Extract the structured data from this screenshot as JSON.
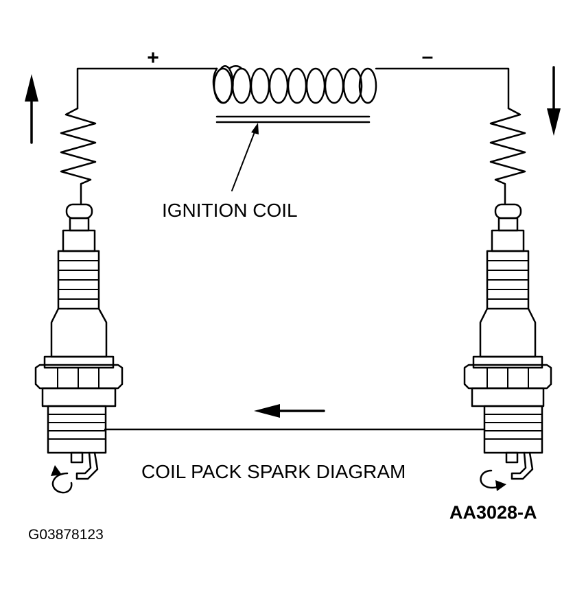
{
  "labels": {
    "plus": "+",
    "minus": "–",
    "coil": "IGNITION COIL",
    "caption": "COIL PACK SPARK DIAGRAM",
    "figure_code": "AA3028-A",
    "image_id": "G03878123"
  },
  "colors": {
    "ink": "#000000",
    "paper": "#ffffff"
  }
}
